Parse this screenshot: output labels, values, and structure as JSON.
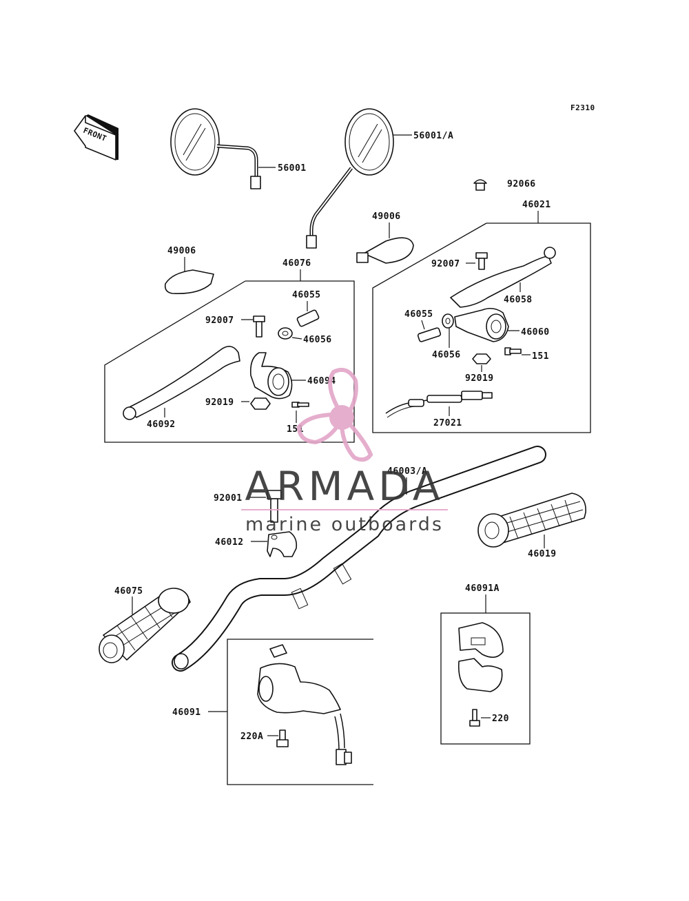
{
  "figure_code": "F2310",
  "front_arrow_label": "FRONT",
  "watermark": {
    "brand": "ARMADA",
    "tagline": "marine outboards",
    "color": "#e3a6c8"
  },
  "labels": {
    "p56001": "56001",
    "p56001a": "56001/A",
    "p92066": "92066",
    "p46021": "46021",
    "p49006_right": "49006",
    "p49006_left": "49006",
    "p46076": "46076",
    "p46055_left": "46055",
    "p92007_left": "92007",
    "p46056_left": "46056",
    "p46094": "46094",
    "p92019_left": "92019",
    "p151_left": "151",
    "p46092": "46092",
    "p92007_right": "92007",
    "p46058": "46058",
    "p46055_right": "46055",
    "p46060": "46060",
    "p46056_right": "46056",
    "p151_right": "151",
    "p92019_right": "92019",
    "p27021": "27021",
    "p46003a": "46003/A",
    "p92001": "92001",
    "p46012": "46012",
    "p46019": "46019",
    "p46075": "46075",
    "p46091a": "46091A",
    "p46091": "46091",
    "p220": "220",
    "p220a": "220A"
  }
}
